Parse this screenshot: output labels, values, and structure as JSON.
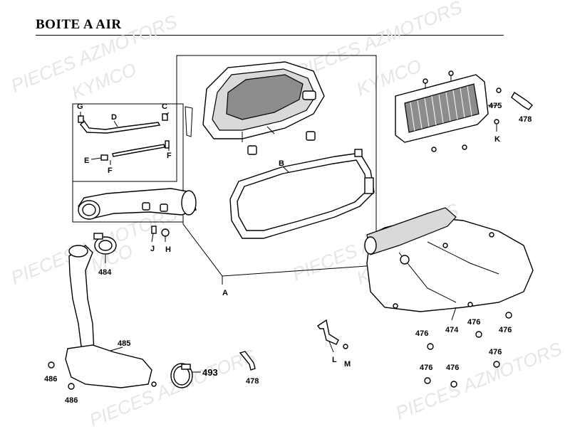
{
  "title": "BOITE  A  AIR",
  "watermarks": [
    "PIECES AZMOTORS",
    "KYMCO"
  ],
  "labels": {
    "A": "A",
    "B": "B",
    "C": "C",
    "D": "D",
    "E": "E",
    "F1": "F",
    "F2": "F",
    "G": "G",
    "H": "H",
    "J": "J",
    "K": "K",
    "L": "L",
    "M": "M"
  },
  "part_numbers": {
    "p474": "474",
    "p475": "475",
    "p476a": "476",
    "p476b": "476",
    "p476c": "476",
    "p476d": "476",
    "p476e": "476",
    "p476f": "476",
    "p478a": "478",
    "p478b": "478",
    "p484": "484",
    "p485": "485",
    "p486a": "486",
    "p486b": "486",
    "p493": "493"
  }
}
